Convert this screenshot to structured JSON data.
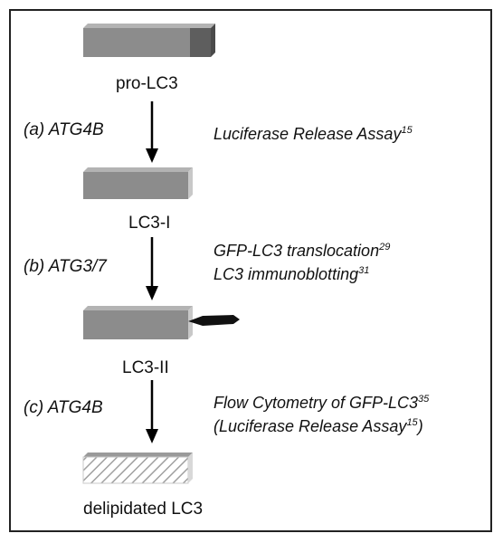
{
  "molecules": {
    "pro_lc3": "pro-LC3",
    "lc3_i": "LC3-I",
    "lc3_ii": "LC3-II",
    "delipidated": "delipidated LC3"
  },
  "steps": {
    "a": "(a) ATG4B",
    "b": "(b) ATG3/7",
    "c": "(c) ATG4B"
  },
  "assays": {
    "a_line1": "Luciferase Release Assay",
    "a_line1_ref": "15",
    "b_line1": "GFP-LC3 translocation",
    "b_line1_ref": "29",
    "b_line2": "LC3 immunoblotting",
    "b_line2_ref": "31",
    "c_line1": "Flow Cytometry of GFP-LC3",
    "c_line1_ref": "35",
    "c_line2_pre": "(Luciferase Release Assay",
    "c_line2_ref": "15",
    "c_line2_post": ")"
  },
  "colors": {
    "bar_face": "#8c8c8c",
    "bar_top": "#b3b3b3",
    "bar_side": "#c8c8c8",
    "pro_tail": "#5e5e5e",
    "lipid": "#111111",
    "hatch": "#a0a0a0"
  }
}
